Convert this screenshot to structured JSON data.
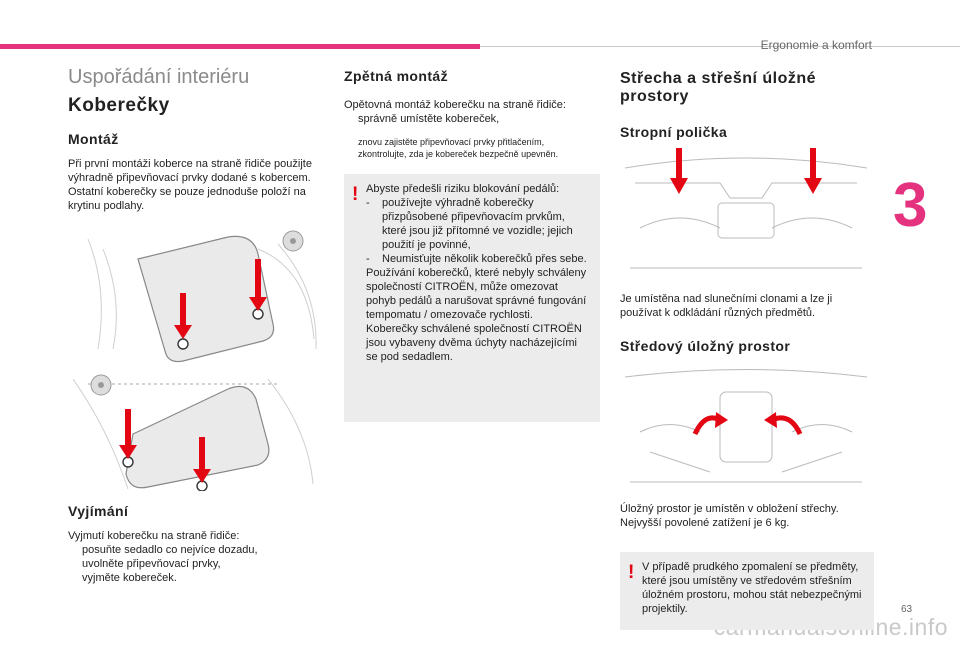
{
  "header": {
    "title": "Ergonomie a komfort",
    "chapter": "3",
    "page": "63"
  },
  "watermark": "carmanualsonline.info",
  "col1": {
    "section_title": "Uspořádání interiéru",
    "title": "Koberečky",
    "montaz_title": "Montáž",
    "montaz_text_1": "Při první montáži koberce na straně řidiče použijte výhradně připevňovací prvky dodané s kobercem.",
    "montaz_text_2": "Ostatní koberečky se pouze jednoduše položí na krytinu podlahy.",
    "vyjimani_title": "Vyjímání",
    "vyjimani_intro": "Vyjmutí koberečku na straně řidiče:",
    "vyjimani_items": [
      "posuňte sedadlo co nejvíce dozadu,",
      "uvolněte připevňovací prvky,",
      "vyjměte kobereček."
    ]
  },
  "col2": {
    "title": "Zpětná montáž",
    "intro": "Opětovná montáž koberečku na straně řidiče:",
    "item_1": "správně umístěte kobereček,",
    "small_1": "znovu zajistěte připevňovací prvky přitlačením,",
    "small_2": "zkontrolujte, zda je kobereček bezpečně upevněn.",
    "warn_intro": "Abyste předešli riziku blokování pedálů:",
    "warn_item_1": "používejte výhradně koberečky přizpůsobené připevňovacím prvkům, které jsou již přítomné ve vozidle; jejich použití je povinné,",
    "warn_item_2": "Neumisťujte několik koberečků přes sebe.",
    "warn_text_1": "Používání koberečků, které nebyly schváleny společností CITROËN, může omezovat pohyb pedálů a narušovat správné fungování tempomatu / omezovače rychlosti.",
    "warn_text_2": "Koberečky schválené společností CITROËN jsou vybaveny dvěma úchyty nacházejícími se pod sedadlem."
  },
  "col3": {
    "title": "Střecha a střešní úložné prostory",
    "shelf_title": "Stropní polička",
    "shelf_text": "Je umístěna nad slunečními clonami a lze ji používat k odkládání různých předmětů.",
    "center_title": "Středový úložný prostor",
    "center_text_1": "Úložný prostor je umístěn v obložení střechy.",
    "center_text_2": "Nejvyšší povolené zatížení je 6 kg.",
    "warn_text": "V případě prudkého zpomalení se předměty, které jsou umístěny ve středovém střešním úložném prostoru, mohou stát nebezpečnými projektily."
  },
  "glyphs": {
    "bullet": "",
    "dash": "-",
    "warning": "!"
  },
  "colors": {
    "accent": "#e4327f",
    "warning": "#e30613",
    "warn_bg": "#ececec"
  }
}
